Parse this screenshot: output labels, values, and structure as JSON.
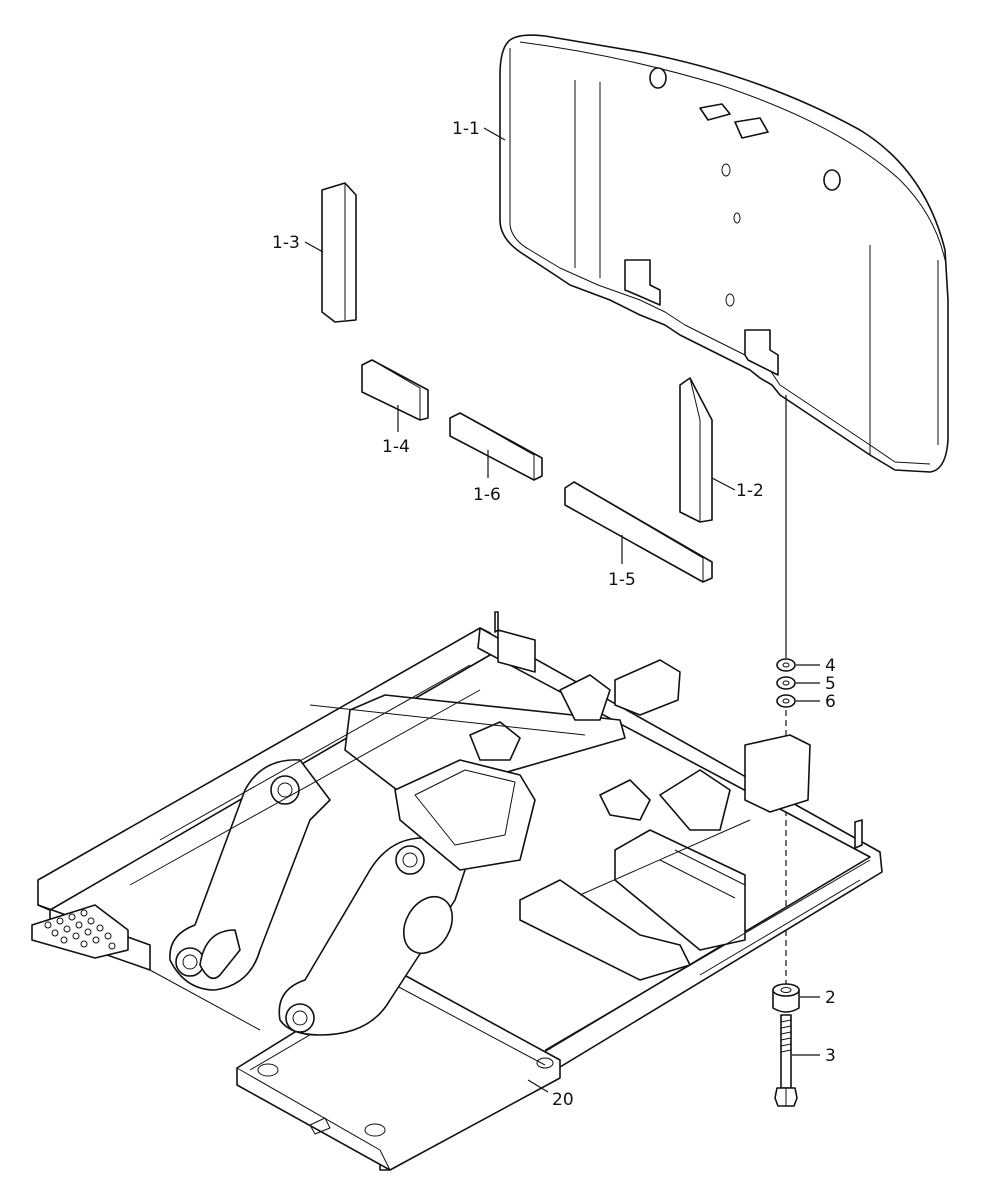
{
  "diagram": {
    "callouts": {
      "c1_1": "1-1",
      "c1_2": "1-2",
      "c1_3": "1-3",
      "c1_4": "1-4",
      "c1_5": "1-5",
      "c1_6": "1-6",
      "c2": "2",
      "c3": "3",
      "c4": "4",
      "c5": "5",
      "c6": "6",
      "c20": "20"
    }
  }
}
